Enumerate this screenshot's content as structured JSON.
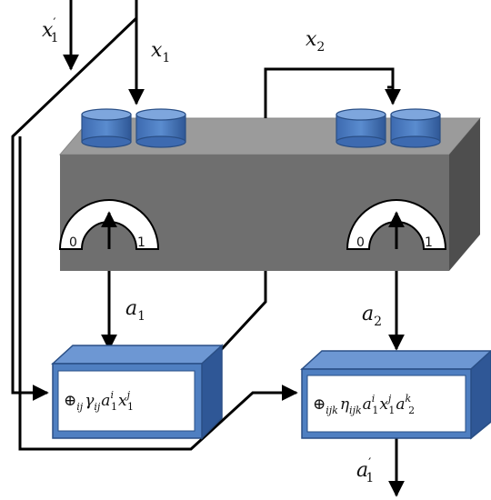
{
  "labels": {
    "x1_prime": "x",
    "x1_prime_sub": "1",
    "x1_prime_mark": "′",
    "x1": "x",
    "x1_sub": "1",
    "x2": "x",
    "x2_sub": "2",
    "a1": "a",
    "a1_sub": "1",
    "a2": "a",
    "a2_sub": "2",
    "a1_prime": "a",
    "a1_prime_sub": "1",
    "a1_prime_mark": "′"
  },
  "dials": {
    "left_min": "0",
    "left_max": "1",
    "right_min": "0",
    "right_max": "1"
  },
  "processors": {
    "left": {
      "op": "⊕",
      "op_sub": "ij",
      "coef": "γ",
      "coef_sub": "ij",
      "a": "a",
      "a_sub": "1",
      "a_sup": "i",
      "x": "x",
      "x_sub": "1",
      "x_sup": "j"
    },
    "right": {
      "op": "⊕",
      "op_sub": "ijk",
      "coef": "η",
      "coef_sub": "ijk",
      "a": "a",
      "a_sub": "1",
      "a_sup": "i",
      "x": "x",
      "x_sub": "1",
      "x_sup": "j",
      "b": "a",
      "b_sub": "2",
      "b_sup": "k"
    }
  },
  "colors": {
    "device_front": "#6e6e6e",
    "device_top": "#9a9a9a",
    "device_side": "#4f4f4f",
    "cylinder": "#4f7fc1",
    "box_blue": "#4f7fc1"
  }
}
